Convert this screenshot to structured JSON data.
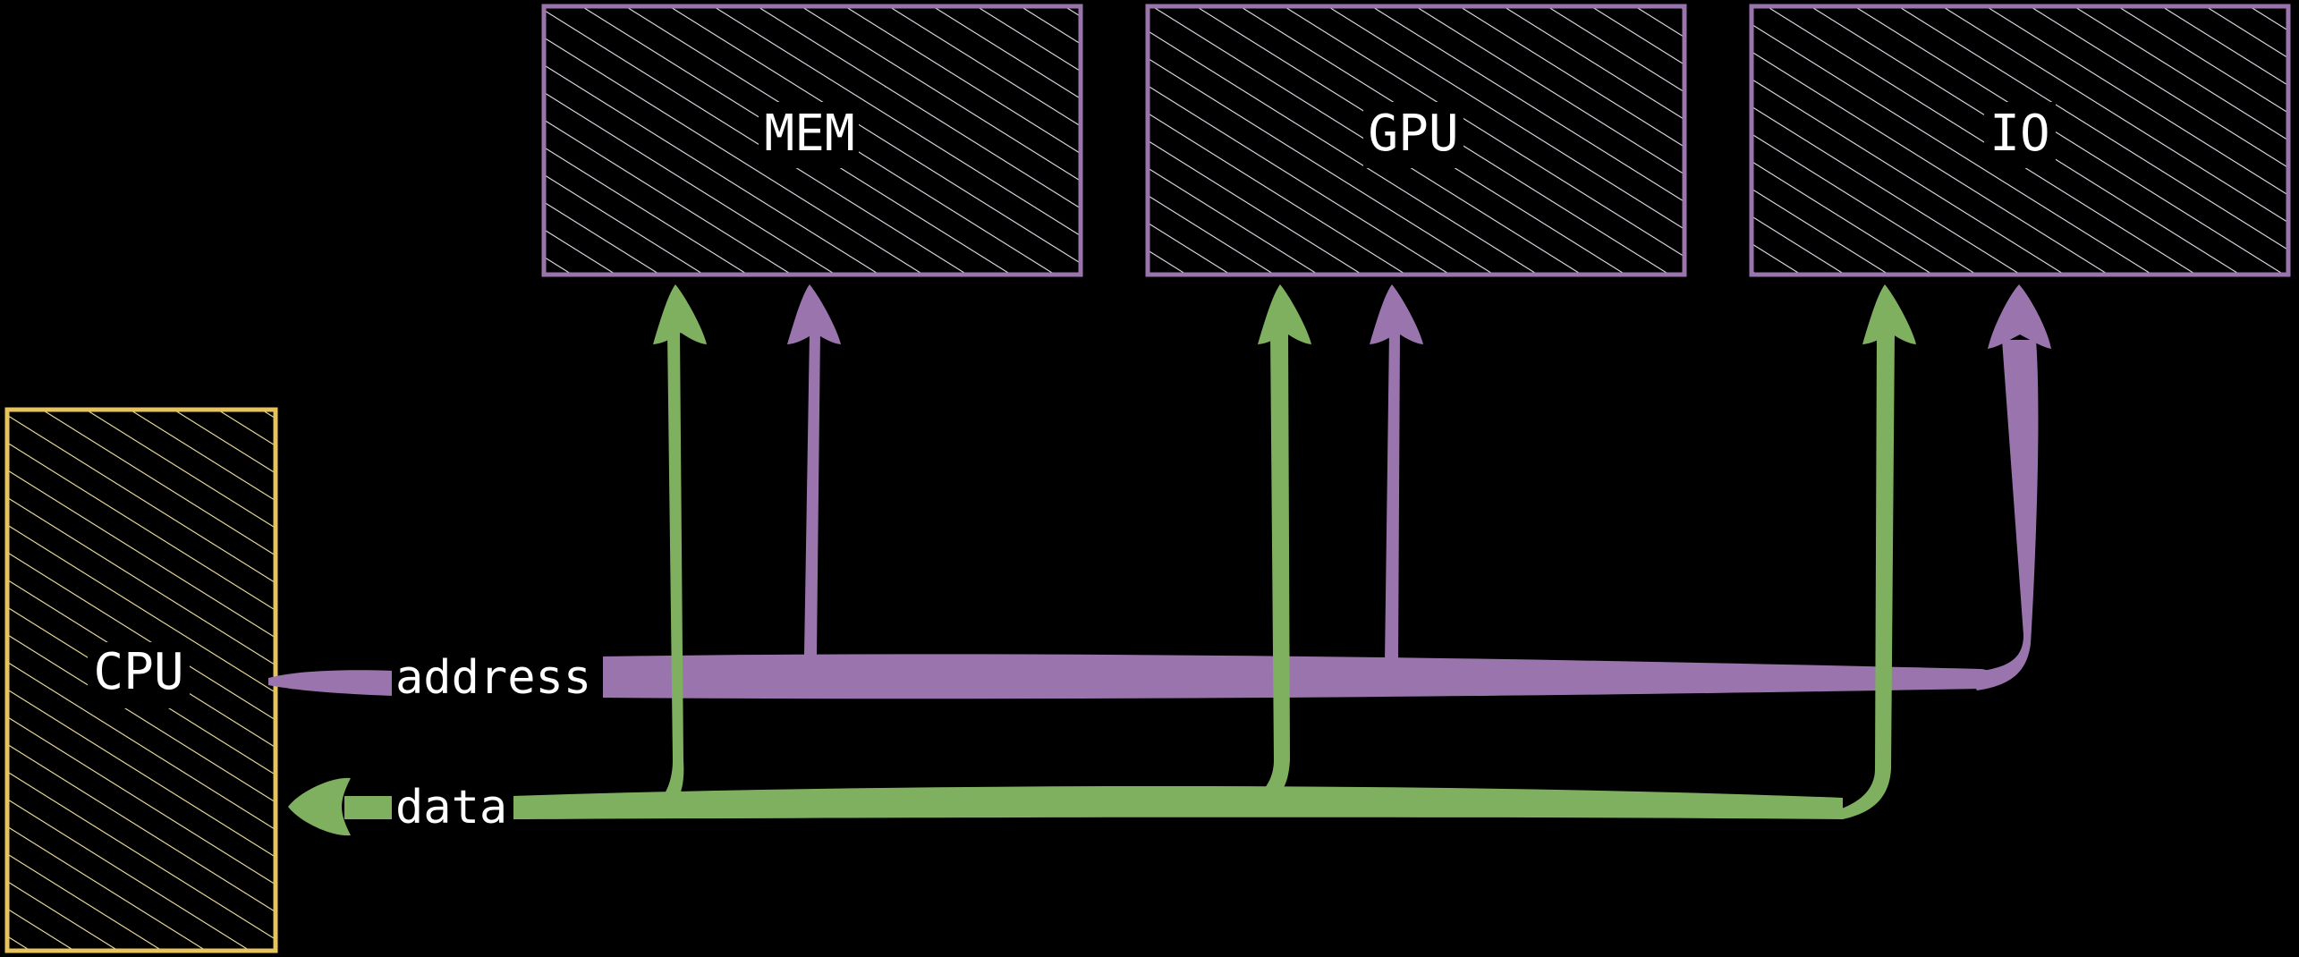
{
  "colors": {
    "background": "#000000",
    "cpu": "#e6c35c",
    "device": "#9a74ad",
    "address_bus": "#9a74ad",
    "data_bus": "#7fb05f",
    "hatch_cpu": "#f4e7a6",
    "hatch_device": "#e9e2ef",
    "label": "#ffffff"
  },
  "nodes": {
    "cpu": "CPU",
    "mem": "MEM",
    "gpu": "GPU",
    "io": "IO"
  },
  "buses": {
    "address": "address",
    "data": "data"
  }
}
